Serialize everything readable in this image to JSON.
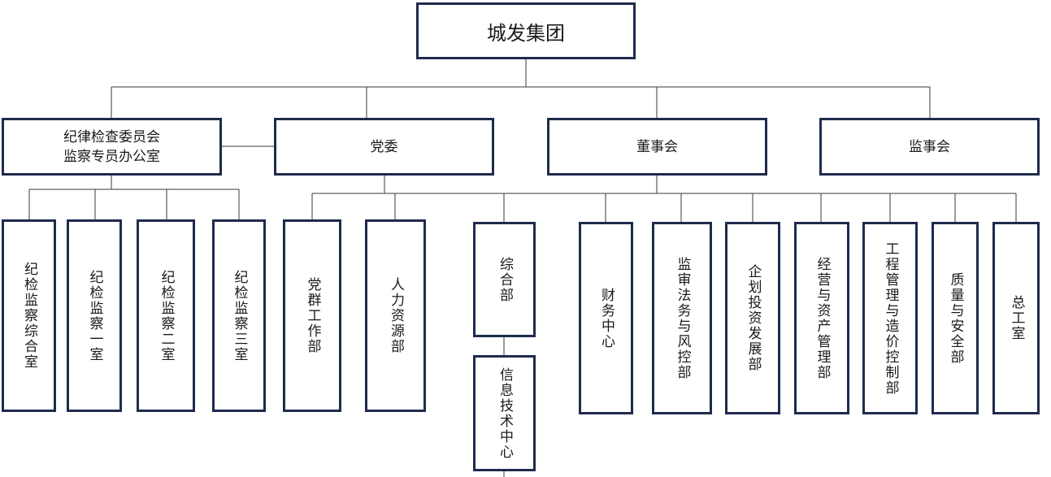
{
  "colors": {
    "box_border": "#1f2b4d",
    "connector": "#3a3a3a",
    "text": "#1a1a1a",
    "background": "#ffffff"
  },
  "root": {
    "label": "城发集团"
  },
  "level1": {
    "discipline": {
      "line1": "纪律检查委员会",
      "line2": "监察专员办公室"
    },
    "party": {
      "label": "党委"
    },
    "board": {
      "label": "董事会"
    },
    "supervisory": {
      "label": "监事会"
    }
  },
  "discipline_offices": [
    "纪检监察综合室",
    "纪检监察一室",
    "纪检监察二室",
    "纪检监察三室"
  ],
  "departments": [
    "党群工作部",
    "人力资源部",
    "综合部",
    "信息技术中心",
    "财务中心",
    "监审法务与风控部",
    "企划投资发展部",
    "经营与资产管理部",
    "工程管理与造价控制部",
    "质量与安全部",
    "总工室"
  ]
}
